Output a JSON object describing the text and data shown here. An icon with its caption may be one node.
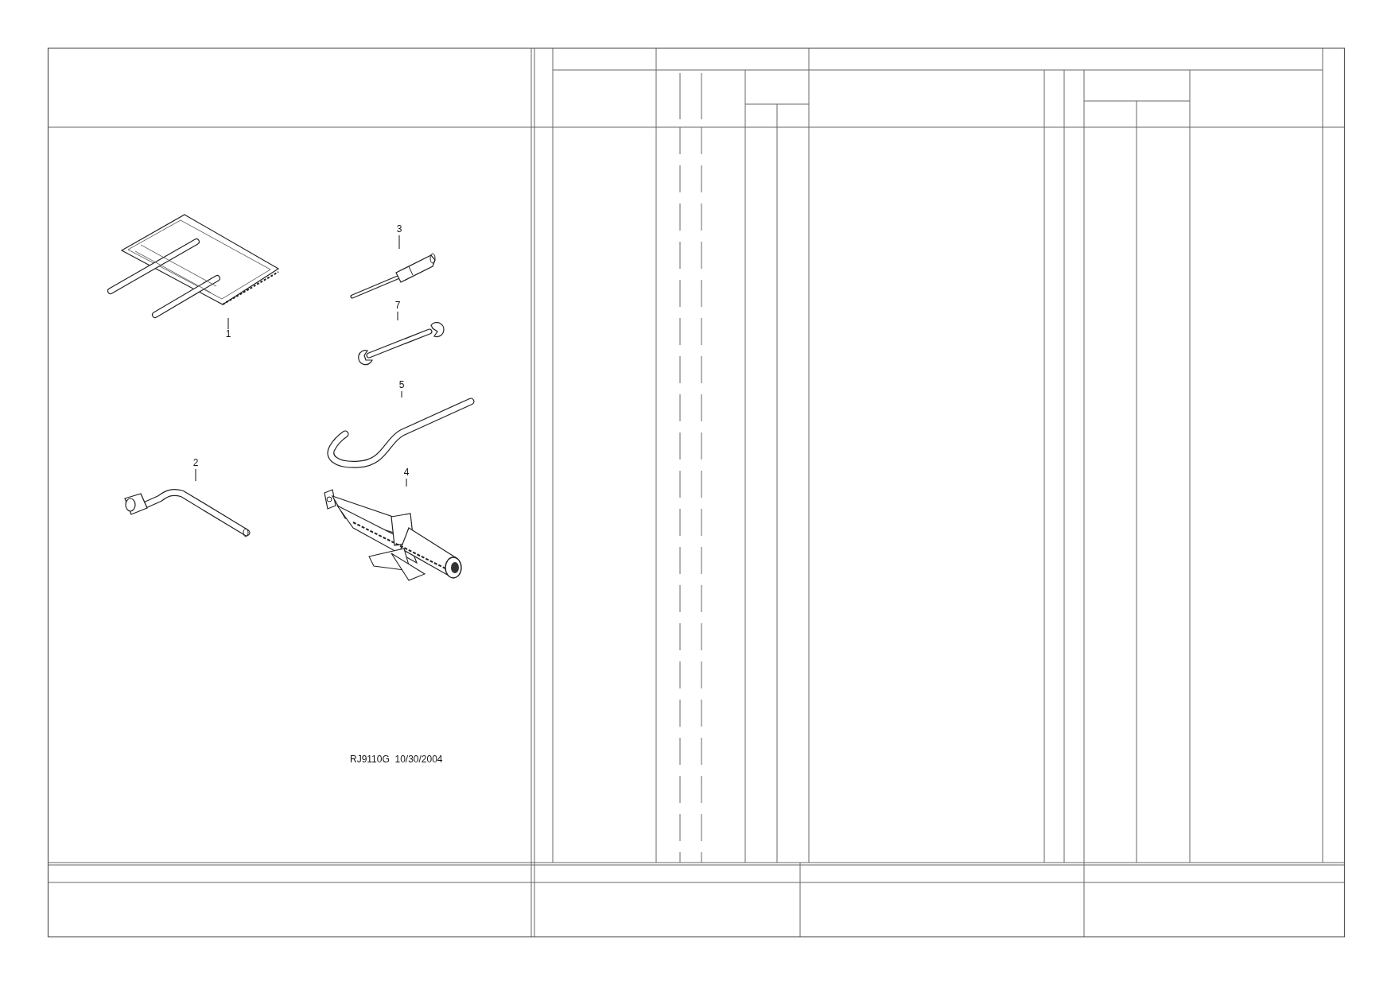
{
  "diagram": {
    "nodes": [
      {
        "text": [],
        "shape": "picture"
      },
      {
        "text": [
          "1"
        ]
      },
      {
        "text": [
          "3"
        ]
      },
      {
        "text": [],
        "shape": "picture"
      },
      {
        "text": [
          "7"
        ]
      },
      {
        "text": [],
        "shape": "picture"
      },
      {
        "text": [
          "5"
        ]
      },
      {
        "text": [],
        "shape": "picture"
      },
      {
        "text": [
          "2"
        ]
      },
      {
        "text": [],
        "shape": "picture"
      },
      {
        "text": [
          "4"
        ]
      },
      {
        "text": [],
        "shape": "picture"
      }
    ],
    "edges": [
      {
        "from": 1,
        "to": 0,
        "arrow": "none"
      },
      {
        "from": 2,
        "to": 3,
        "arrow": "none"
      },
      {
        "from": 4,
        "to": 5,
        "arrow": "none"
      },
      {
        "from": 6,
        "to": 7,
        "arrow": "none"
      },
      {
        "from": 8,
        "to": 9,
        "arrow": "none"
      },
      {
        "from": 10,
        "to": 11,
        "arrow": "none"
      }
    ],
    "labels": [
      "RJ9110G  10/30/2004"
    ]
  }
}
